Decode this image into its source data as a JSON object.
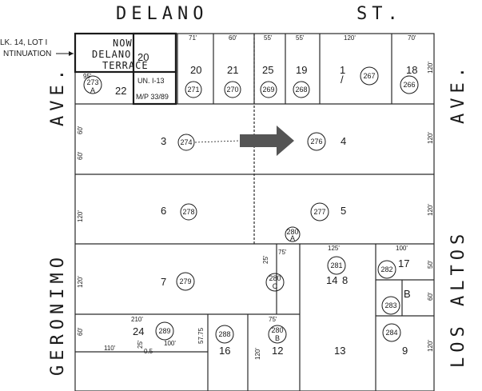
{
  "streets": {
    "north_left": "DELANO",
    "north_right": "ST.",
    "west_top": "AVE.",
    "west_bottom": "GERONIMO",
    "east_top": "AVE.",
    "east_bottom": "LOS ALTOS"
  },
  "note": {
    "line1": "LK. 14, LOT I",
    "line2": "NTINUATION"
  },
  "subdivision_box": {
    "line1": "NOW",
    "line2": "DELANO",
    "line3": "TERRACE",
    "ref1": "UN. I-13",
    "ref2": "M/P 33/89"
  },
  "lots": {
    "l20_box": "20",
    "l20": "20",
    "l21": "21",
    "l25": "25",
    "l19": "19",
    "l1": "1",
    "l18": "18",
    "l22": "22",
    "l3": "3",
    "l4": "4",
    "l6": "6",
    "l5": "5",
    "l7": "7",
    "l17": "17",
    "l14": "14",
    "l8": "8",
    "lB": "B",
    "l24": "24",
    "l16": "16",
    "l12": "12",
    "l13": "13",
    "l9": "9",
    "lslash": "/"
  },
  "parcels": {
    "p273": "273",
    "p273s": "A",
    "p271": "271",
    "p270": "270",
    "p269": "269",
    "p268": "268",
    "p267": "267",
    "p266": "266",
    "p274": "274",
    "p276": "276",
    "p278": "278",
    "p277": "277",
    "p280a": "280",
    "p280as": "A",
    "p281": "281",
    "p282": "282",
    "p279": "279",
    "p280c": "280",
    "p280cs": "C",
    "p283": "283",
    "p289": "289",
    "p288": "288",
    "p280b": "280",
    "p280bs": "B",
    "p284": "284"
  },
  "dims": {
    "d71": "71'",
    "d60": "60'",
    "d55a": "55'",
    "d55b": "55'",
    "d120top": "120'",
    "d70": "70'",
    "d120r1": "120'",
    "d95": "95'",
    "d60l": "60'",
    "d60l2": "60'",
    "d120r2": "120'",
    "d120l": "120'",
    "d120r3": "120'",
    "d125": "125'",
    "d100": "100'",
    "d75": "75'",
    "d25": "25'",
    "d120l2": "120'",
    "d50": "50'",
    "d60r": "60'",
    "d210": "210'",
    "d100b": "100'",
    "d5775": "57.75",
    "d110": "110'",
    "d60l3": "60'",
    "d75b": "75'",
    "d120b": "120'",
    "d120r4": "120'",
    "d25b": "25'",
    "d05": "0.5"
  }
}
